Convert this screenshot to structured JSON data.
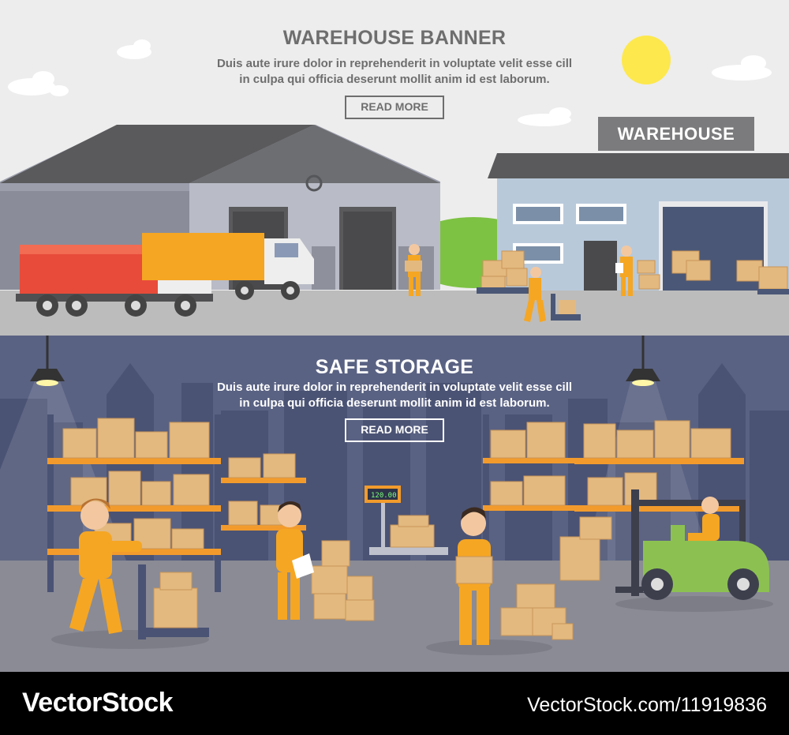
{
  "top_banner": {
    "title": "WAREHOUSE BANNER",
    "description_line1": "Duis aute irure dolor in reprehenderit in voluptate velit esse cill",
    "description_line2": "in culpa qui officia deserunt mollit anim id est laborum.",
    "button_label": "READ MORE",
    "sign_text": "WAREHOUSE"
  },
  "bottom_banner": {
    "title": "SAFE STORAGE",
    "description_line1": "Duis aute irure dolor in reprehenderit in voluptate velit esse cill",
    "description_line2": "in culpa qui officia deserunt mollit anim id est laborum.",
    "button_label": "READ MORE",
    "scale_display": "120.00"
  },
  "footer": {
    "brand": "VectorStock",
    "url": "VectorStock.com/11919836"
  },
  "colors": {
    "top_background": "#ededed",
    "bottom_background": "#5a6283",
    "worker_uniform": "#f5a623",
    "box": "#e3b97f",
    "shelf": "#f29b2c",
    "forklift": "#8cc152",
    "red_truck": "#e84b3a",
    "sun": "#fde84d"
  }
}
